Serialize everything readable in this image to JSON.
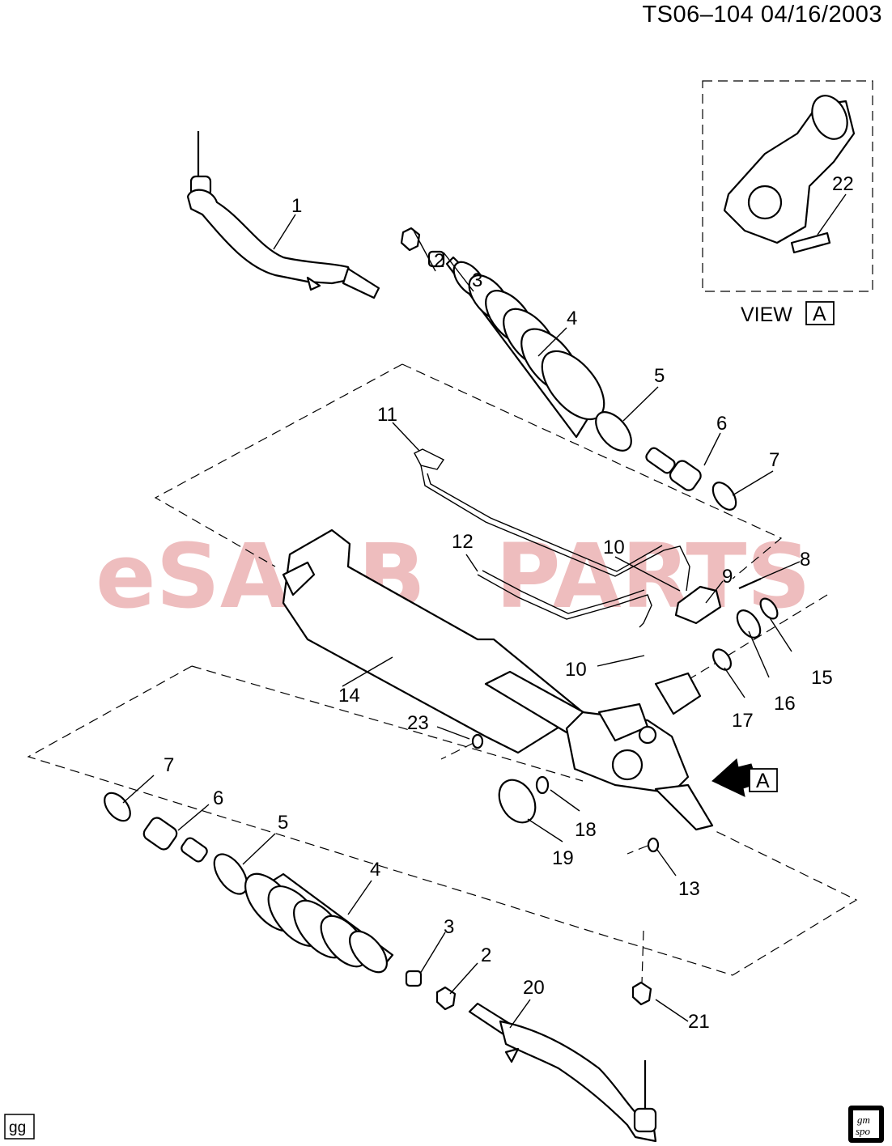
{
  "header": {
    "code": "TS06–104",
    "date": "04/16/2003"
  },
  "watermark": {
    "left": "eSAAB",
    "right": "PARTS",
    "color": "#e9a7a9"
  },
  "view_a": {
    "label": "VIEW",
    "letter": "A",
    "callout": "22"
  },
  "arrow_letter": "A",
  "callouts": [
    "1",
    "2",
    "3",
    "4",
    "5",
    "6",
    "7",
    "8",
    "9",
    "10",
    "10",
    "11",
    "12",
    "13",
    "14",
    "15",
    "16",
    "17",
    "18",
    "19",
    "20",
    "21",
    "23",
    "7",
    "6",
    "5",
    "4",
    "3",
    "2"
  ],
  "footer": {
    "left_code": "gg",
    "logo_top": "gm",
    "logo_bottom": "spo"
  },
  "icons": [
    "tie-rod-end-icon",
    "boot-icon",
    "clamp-icon",
    "gear-housing-icon",
    "arrow-icon"
  ]
}
